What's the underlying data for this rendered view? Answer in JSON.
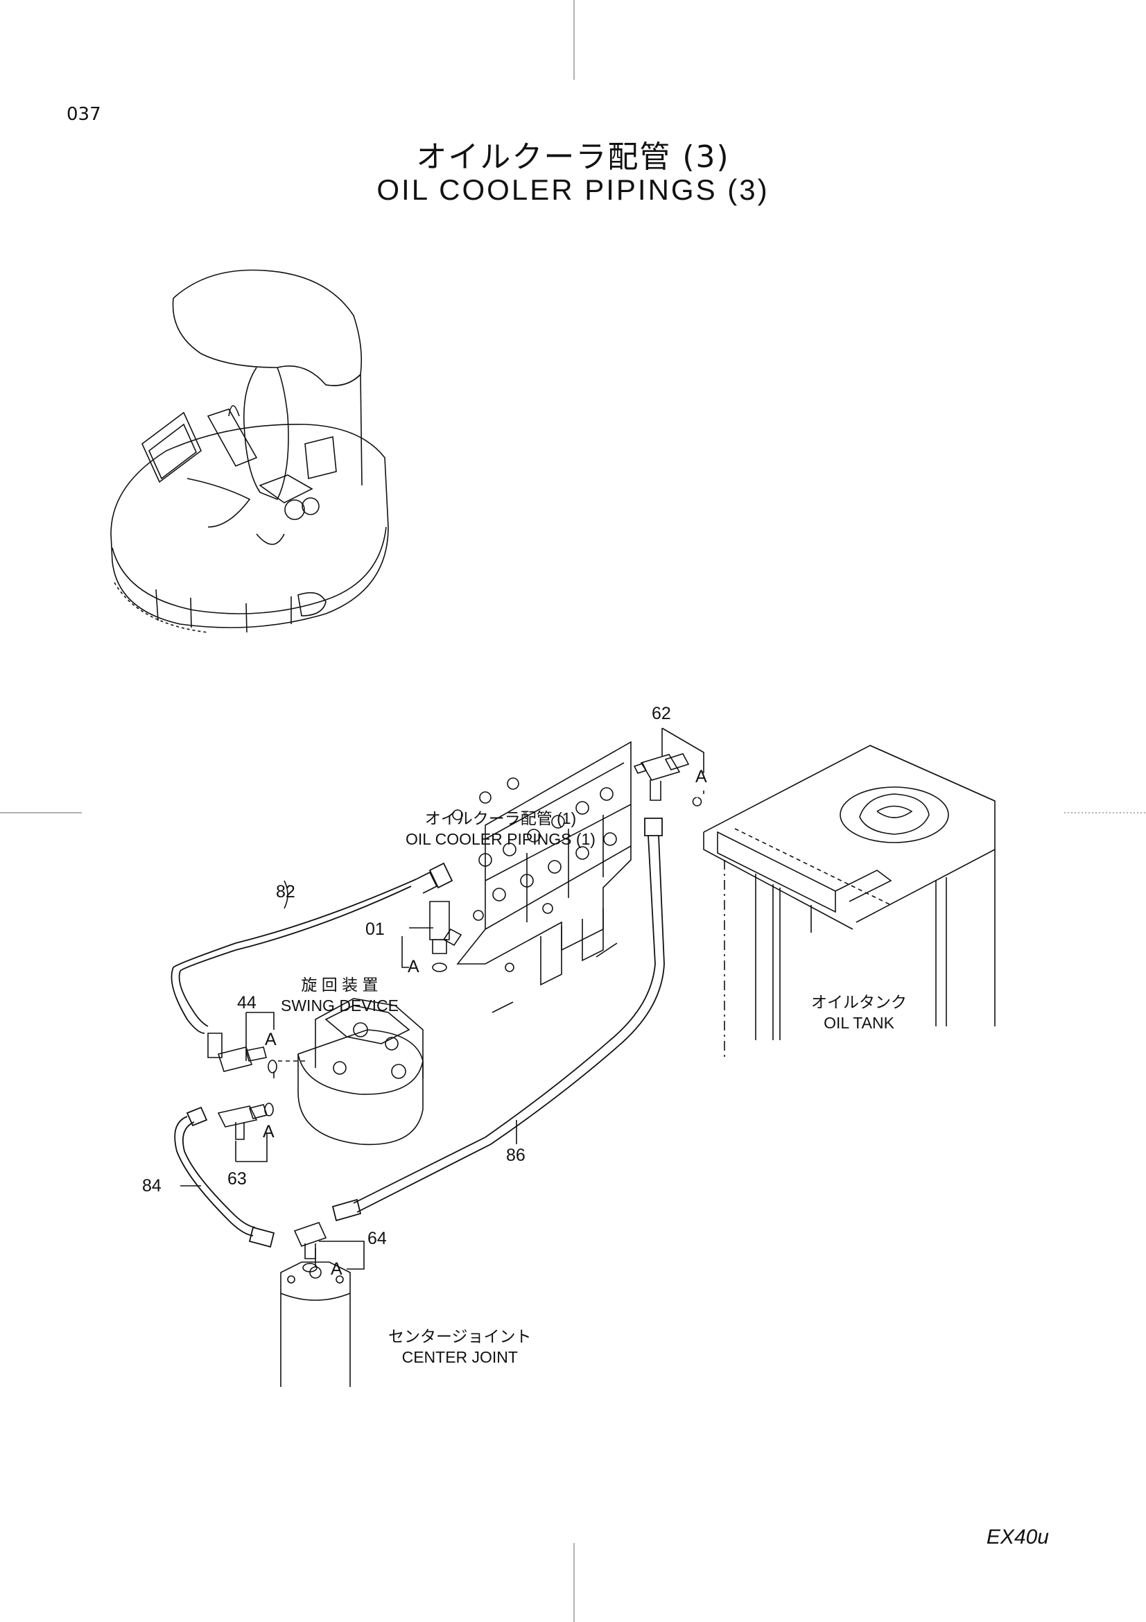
{
  "header": {
    "page_number": "037",
    "title_jp": "オイルクーラ配管 (3)",
    "title_en": "OIL COOLER PIPINGS (3)"
  },
  "labels": {
    "oil_cooler_jp": "オイルクーラ配管 (1)",
    "oil_cooler_en": "OIL COOLER PIPINGS (1)",
    "swing_jp": "旋 回 装 置",
    "swing_en": "SWING DEVICE",
    "tank_jp": "オイルタンク",
    "tank_en": "OIL TANK",
    "center_jp": "センタージョイント",
    "center_en": "CENTER JOINT"
  },
  "parts": {
    "p62": "62",
    "p82": "82",
    "p01": "01",
    "p44": "44",
    "p63": "63",
    "p84": "84",
    "p86": "86",
    "p64": "64"
  },
  "connection_marker": "A",
  "footer": {
    "model": "EX40u"
  }
}
